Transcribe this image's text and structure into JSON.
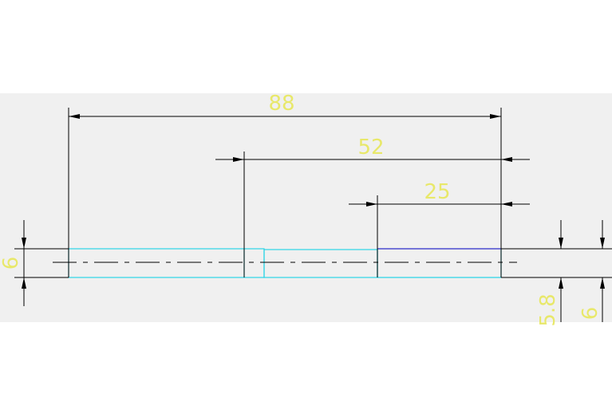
{
  "colors": {
    "background": "#ffffff",
    "drawing_area": "#f0f0f0",
    "dimension_line": "#000000",
    "dimension_text": "#e8e86a",
    "part_outline_cyan": "#2bd4e6",
    "part_outline_blue": "#2b2bc8",
    "centerline": "#000000"
  },
  "dimensions": {
    "overall_length": "88",
    "middle_length": "52",
    "right_length": "25",
    "left_diameter": "6",
    "middle_diameter": "5.8",
    "right_diameter": "6"
  }
}
